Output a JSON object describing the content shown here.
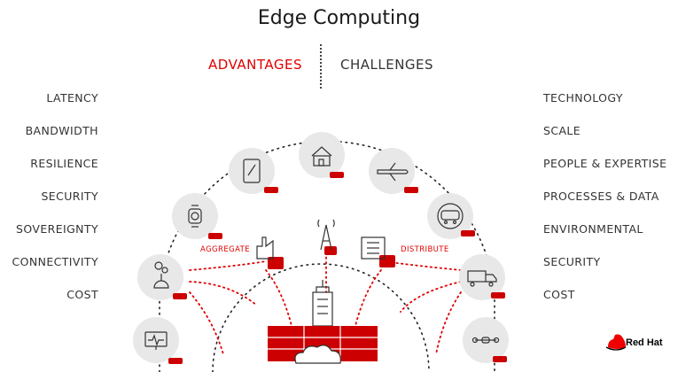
{
  "title": "Edge Computing",
  "headers": {
    "advantages": "ADVANTAGES",
    "challenges": "CHALLENGES"
  },
  "advantages": [
    "LATENCY",
    "BANDWIDTH",
    "RESILIENCE",
    "SECURITY",
    "SOVEREIGNTY",
    "CONNECTIVITY",
    "COST"
  ],
  "challenges": [
    "TECHNOLOGY",
    "SCALE",
    "PEOPLE & EXPERTISE",
    "PROCESSES & DATA",
    "ENVIRONMENTAL",
    "SECURITY",
    "COST"
  ],
  "labels": {
    "aggregate": "AGGREGATE",
    "distribute": "DISTRIBUTE"
  },
  "brand": {
    "name": "Red Hat"
  },
  "colors": {
    "accent": "#e00000",
    "server": "#cc0000",
    "circle": "#e8e8e8",
    "text": "#333333"
  },
  "icons": [
    "ecg-monitor-icon",
    "gears-icon",
    "watch-icon",
    "tablet-icon",
    "house-icon",
    "airplane-icon",
    "train-icon",
    "truck-icon",
    "drone-icon",
    "factory-icon",
    "cell-tower-icon",
    "building-icon",
    "datacenter-icon",
    "cloud-icon"
  ]
}
